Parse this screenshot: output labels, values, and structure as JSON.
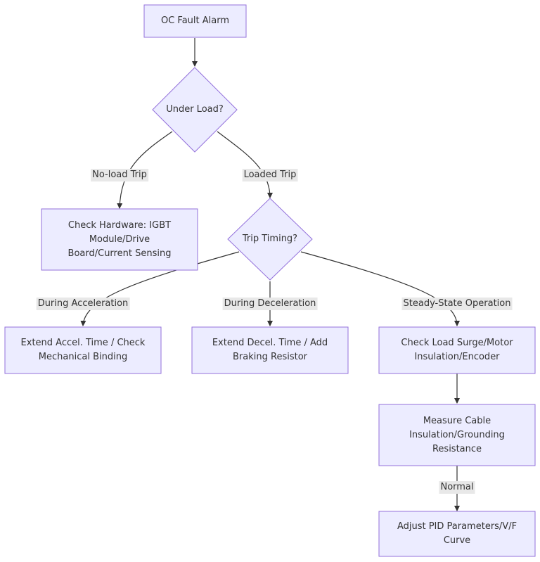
{
  "nodes": {
    "start": "OC Fault Alarm",
    "under_load": "Under Load?",
    "check_hw": "Check Hardware: IGBT Module/Drive Board/Current Sensing",
    "trip_timing": "Trip Timing?",
    "accel": "Extend Accel. Time / Check Mechanical Binding",
    "decel": "Extend Decel. Time / Add Braking Resistor",
    "steady": "Check Load Surge/Motor Insulation/Encoder",
    "cable": "Measure Cable Insulation/Grounding Resistance",
    "pid": "Adjust PID Parameters/V/F Curve"
  },
  "edges": {
    "no_load": "No-load Trip",
    "loaded": "Loaded Trip",
    "during_accel": "During Acceleration",
    "during_decel": "During Deceleration",
    "steady_state": "Steady-State Operation",
    "normal": "Normal"
  },
  "colors": {
    "node_fill": "#ECECFF",
    "node_stroke": "#9370DB",
    "edge": "#333333",
    "label_bg": "#e8e8e8"
  }
}
